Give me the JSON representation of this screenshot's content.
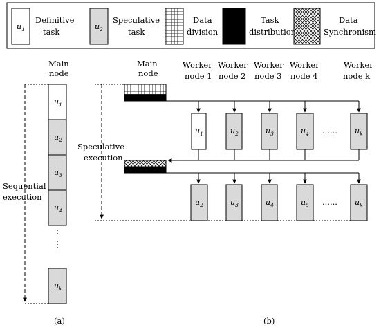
{
  "legend": {
    "definitive": {
      "var": "u",
      "sub": "1",
      "line1": "Definitive",
      "line2": "task"
    },
    "speculative": {
      "var": "u",
      "sub": "2",
      "line1": "Speculative",
      "line2": "task"
    },
    "division": {
      "line1": "Data",
      "line2": "division"
    },
    "distribution": {
      "line1": "Task",
      "line2": "distribution"
    },
    "sync": {
      "line1": "Data",
      "line2": "Synchronism"
    }
  },
  "panel_a": {
    "main_line1": "Main",
    "main_line2": "node",
    "seq_line1": "Sequential",
    "seq_line2": "execution",
    "caption": "(a)",
    "tasks": [
      {
        "var": "u",
        "sub": "1"
      },
      {
        "var": "u",
        "sub": "2"
      },
      {
        "var": "u",
        "sub": "3"
      },
      {
        "var": "u",
        "sub": "4"
      }
    ],
    "dots": "⋮",
    "last": {
      "var": "u",
      "sub": "k"
    }
  },
  "panel_b": {
    "main_line1": "Main",
    "main_line2": "node",
    "spec_line1": "Speculative",
    "spec_line2": "execution",
    "caption": "(b)",
    "workers": [
      {
        "line1": "Worker",
        "line2": "node 1"
      },
      {
        "line1": "Worker",
        "line2": "node 2"
      },
      {
        "line1": "Worker",
        "line2": "node 3"
      },
      {
        "line1": "Worker",
        "line2": "node 4"
      },
      {
        "line1": "Worker",
        "line2": "node k"
      }
    ],
    "row1": [
      {
        "var": "u",
        "sub": "1"
      },
      {
        "var": "u",
        "sub": "2"
      },
      {
        "var": "u",
        "sub": "3"
      },
      {
        "var": "u",
        "sub": "4"
      },
      {
        "var": "u",
        "sub": "k"
      }
    ],
    "row2": [
      {
        "var": "u",
        "sub": "2"
      },
      {
        "var": "u",
        "sub": "3"
      },
      {
        "var": "u",
        "sub": "4"
      },
      {
        "var": "u",
        "sub": "5"
      },
      {
        "var": "u",
        "sub": "k"
      }
    ],
    "dots": "......"
  },
  "colors": {
    "definitive": "#ffffff",
    "speculative": "#d9d9d9",
    "stroke": "#000000"
  }
}
